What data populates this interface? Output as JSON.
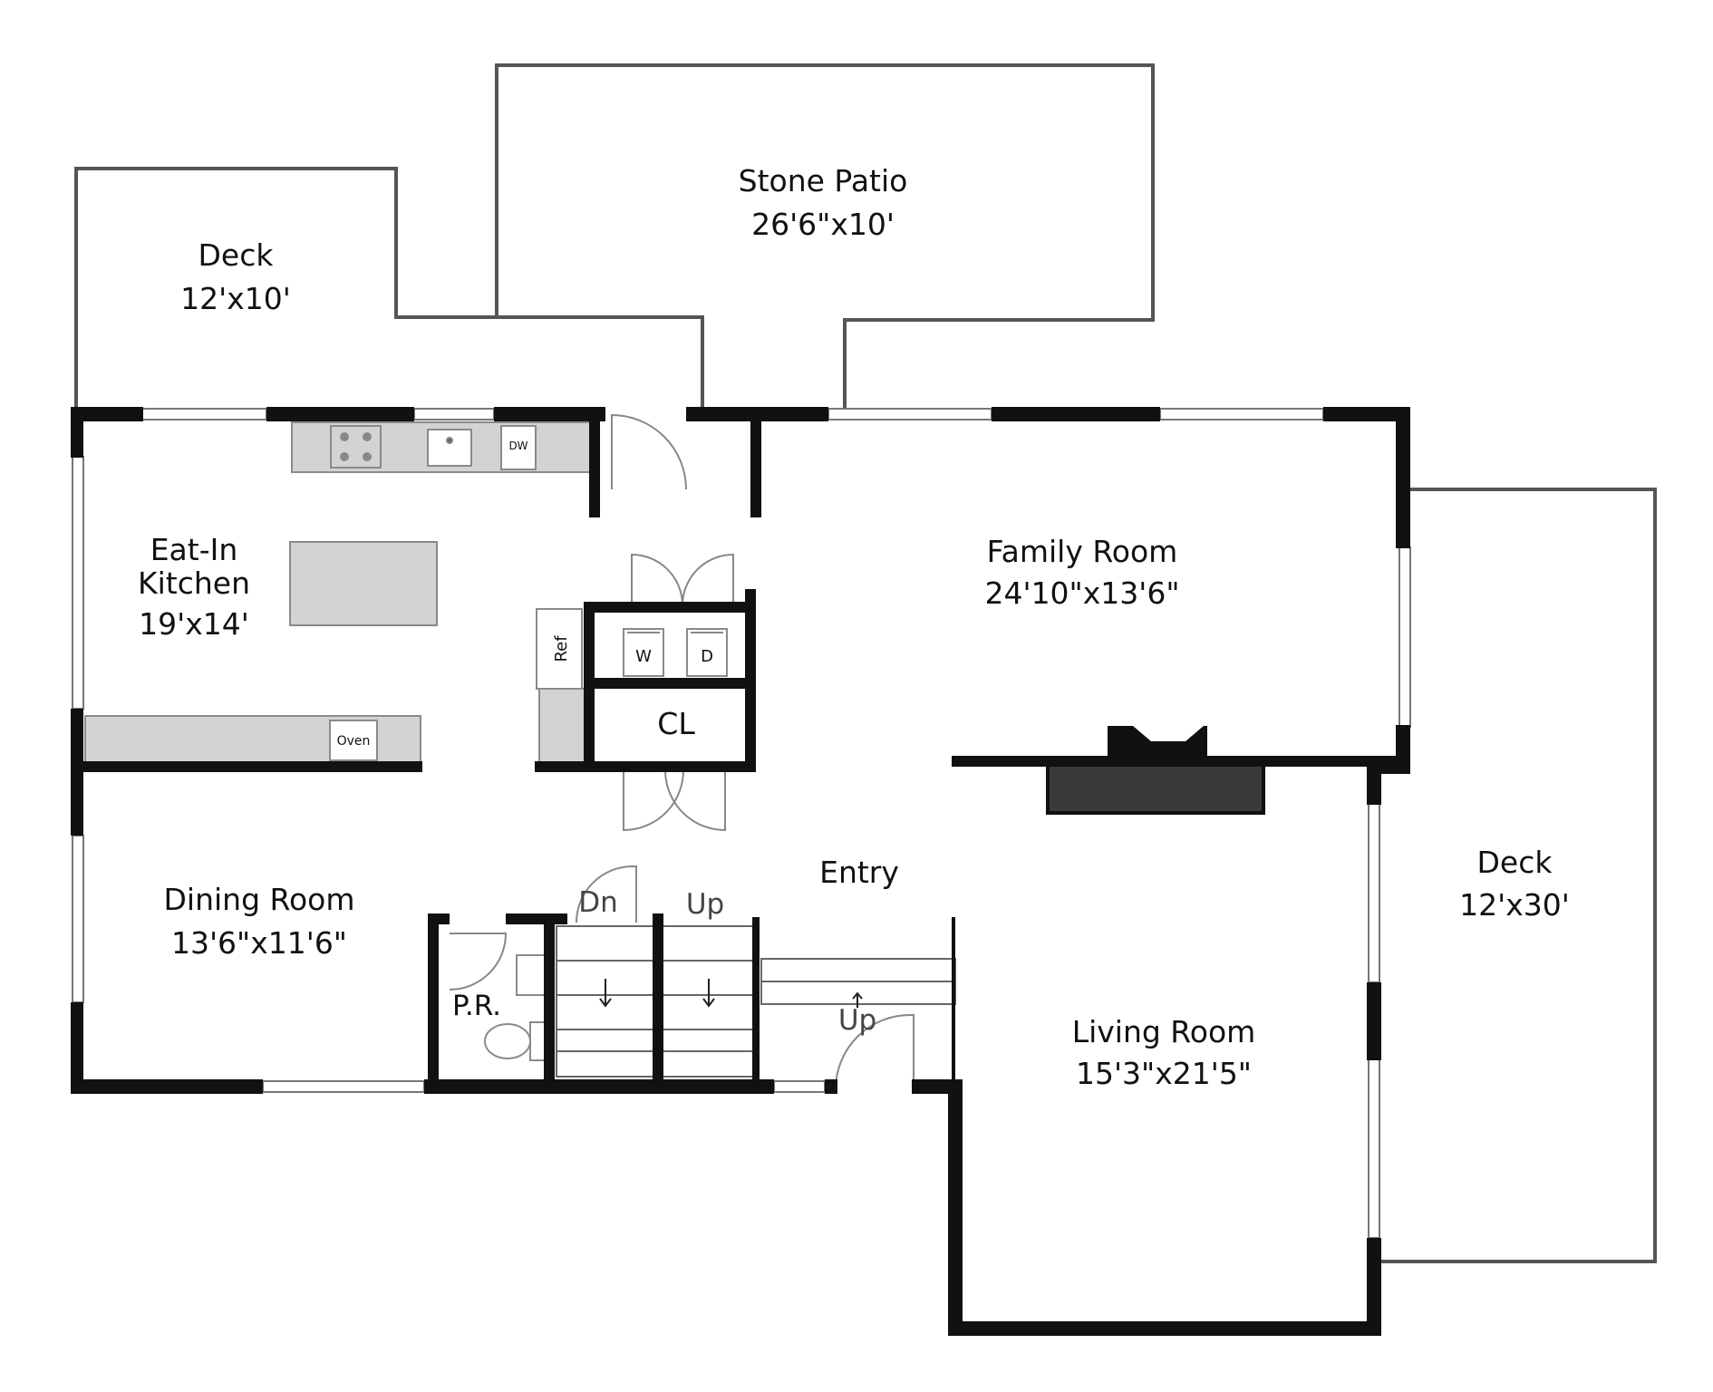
{
  "rooms": {
    "deck_nw": {
      "name": "Deck",
      "size": "12'x10'"
    },
    "stone_patio": {
      "name": "Stone Patio",
      "size": "26'6\"x10'"
    },
    "kitchen": {
      "name_line1": "Eat-In",
      "name_line2": "Kitchen",
      "size": "19'x14'"
    },
    "family_room": {
      "name": "Family Room",
      "size": "24'10\"x13'6\""
    },
    "dining_room": {
      "name": "Dining Room",
      "size": "13'6\"x11'6\""
    },
    "entry": {
      "name": "Entry"
    },
    "living_room": {
      "name": "Living Room",
      "size": "15'3\"x21'5\""
    },
    "deck_east": {
      "name": "Deck",
      "size": "12'x30'"
    },
    "powder_room": {
      "name": "P.R."
    },
    "closet": {
      "name": "CL"
    }
  },
  "fixtures": {
    "refrigerator": "Ref",
    "washer": "W",
    "dryer": "D",
    "dishwasher": "DW",
    "oven": "Oven",
    "fireplace": "FP"
  },
  "stairs": {
    "down": "Dn",
    "up_main": "Up",
    "up_entry": "Up"
  },
  "colors": {
    "wall": "#111111",
    "counter": "#d3d3d3",
    "counter_edge": "#8a8a8a",
    "outline": "#555555",
    "hearth": "#3a3a3a"
  }
}
